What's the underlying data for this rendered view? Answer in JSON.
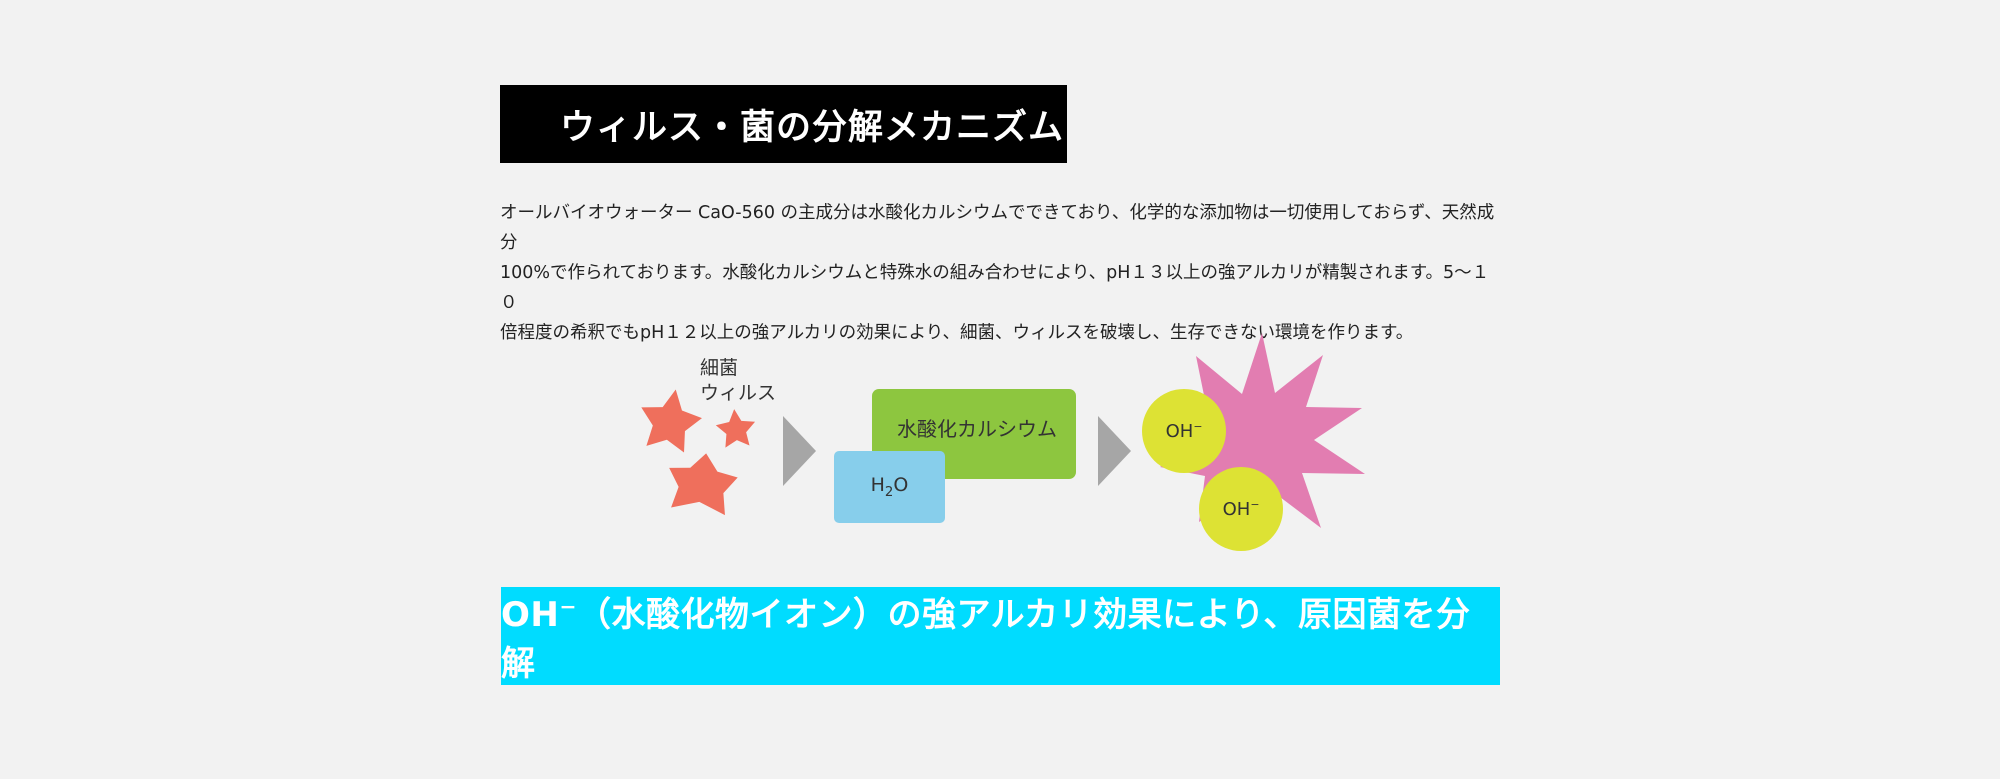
{
  "header": {
    "title": "ウィルス・菌の分解メカニズム"
  },
  "description": {
    "line1": "オールバイオウォーター CaO-560 の主成分は水酸化カルシウムでできており、化学的な添加物は一切使用しておらず、天然成分",
    "line2": "100%で作られております。水酸化カルシウムと特殊水の組み合わせにより、pH１３以上の強アルカリが精製されます。5～１０",
    "line3": "倍程度の希釈でもpH１２以上の強アルカリの効果により、細菌、ウィルスを破壊し、生存できない環境を作ります。"
  },
  "diagram": {
    "bacteria_label_1": "細菌",
    "bacteria_label_2": "ウィルス",
    "calcium_hydroxide": "水酸化カルシウム",
    "water_base": "H",
    "water_sub": "2",
    "water_end": "O",
    "ion_base": "OH",
    "ion_sup": "−",
    "colors": {
      "bacteria": "#ef6f5c",
      "arrow": "#a6a6a6",
      "green_box": "#8dc63f",
      "blue_box": "#87ceeb",
      "ion": "#dde234",
      "burst": "#e27db1"
    },
    "icons": [
      "bacteria-star-icon",
      "arrow-right-icon",
      "burst-icon"
    ]
  },
  "summary": {
    "ion_base": "OH",
    "ion_sup": "−",
    "text": "（水酸化物イオン）の強アルカリ効果により、原因菌を分解",
    "color": "#00dcff"
  }
}
